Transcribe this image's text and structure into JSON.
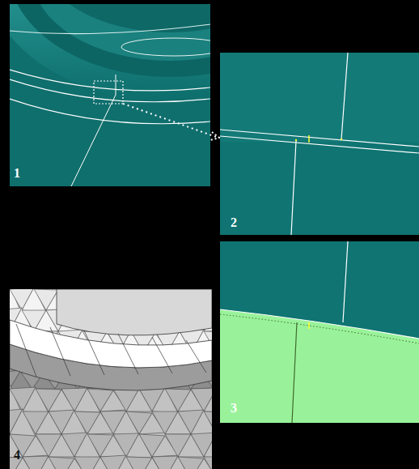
{
  "diagram": {
    "labels": [
      "1",
      "2",
      "3",
      "4"
    ]
  }
}
